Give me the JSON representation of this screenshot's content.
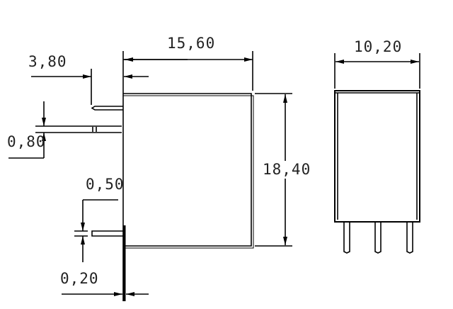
{
  "drawing": {
    "side_view": {
      "width_dim": "15,60",
      "height_dim": "18,40",
      "pin_offset_dim": "3,80",
      "pin_thickness_dim": "0,80",
      "pin_width_dim": "0,50",
      "case_thickness_dim": "0,20"
    },
    "front_view": {
      "width_dim": "10,20",
      "pin_count": 3
    }
  }
}
